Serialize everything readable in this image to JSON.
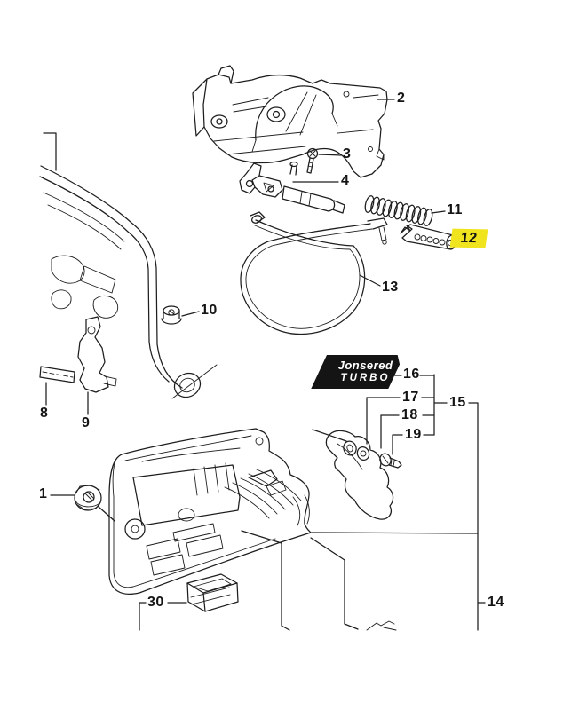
{
  "colors": {
    "background": "#ffffff",
    "line": "#1e1e1e",
    "highlight": "#f0e41e",
    "decal_background": "#141414",
    "decal_text": "#ffffff",
    "label_text": "#141414"
  },
  "decal": {
    "brand": "Jonsered",
    "model": "TURBO"
  },
  "parts": {
    "p1": {
      "number": "1",
      "highlighted": false
    },
    "p2": {
      "number": "2",
      "highlighted": false
    },
    "p3": {
      "number": "3",
      "highlighted": false
    },
    "p4": {
      "number": "4",
      "highlighted": false
    },
    "p8": {
      "number": "8",
      "highlighted": false
    },
    "p9": {
      "number": "9",
      "highlighted": false
    },
    "p10": {
      "number": "10",
      "highlighted": false
    },
    "p11": {
      "number": "11",
      "highlighted": false
    },
    "p12": {
      "number": "12",
      "highlighted": true
    },
    "p13": {
      "number": "13",
      "highlighted": false
    },
    "p14": {
      "number": "14",
      "highlighted": false
    },
    "p15": {
      "number": "15",
      "highlighted": false
    },
    "p16": {
      "number": "16",
      "highlighted": false
    },
    "p17": {
      "number": "17",
      "highlighted": false
    },
    "p18": {
      "number": "18",
      "highlighted": false
    },
    "p19": {
      "number": "19",
      "highlighted": false
    },
    "p30": {
      "number": "30",
      "highlighted": false
    }
  }
}
